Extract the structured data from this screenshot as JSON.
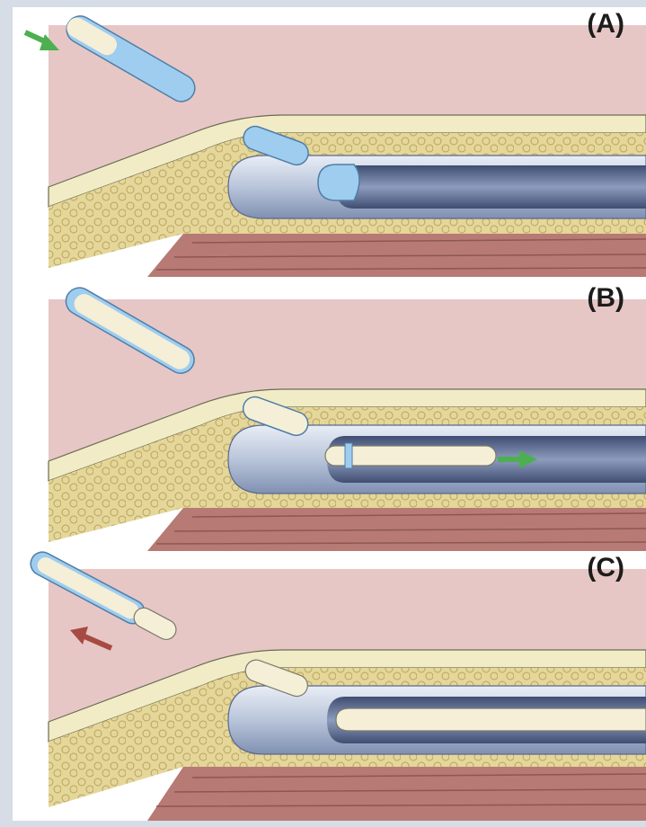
{
  "panels": [
    {
      "id": "A",
      "label": "(A)"
    },
    {
      "id": "B",
      "label": "(B)"
    },
    {
      "id": "C",
      "label": "(C)"
    }
  ],
  "colors": {
    "skin": "#e6c7c6",
    "dermis": "#f1ecc6",
    "fat": "#e5d69a",
    "muscle": "#b77a74",
    "vessel": "#c9d2e2",
    "vessel_lumen": "#5a6a8f",
    "needle_blue": "#9fcdef",
    "guidewire": "#f5efd8",
    "arrow_green": "#4caf50",
    "arrow_red": "#a84a44"
  }
}
